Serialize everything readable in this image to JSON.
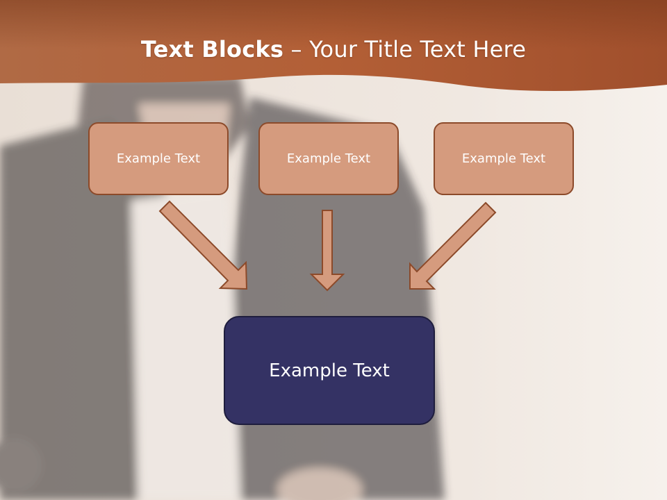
{
  "slide": {
    "title_bold": "Text Blocks",
    "title_dash": " – ",
    "title_rest": "Your Title Text Here"
  },
  "diagram": {
    "top_blocks": [
      {
        "label": "Example Text"
      },
      {
        "label": "Example Text"
      },
      {
        "label": "Example Text"
      }
    ],
    "bottom_block": {
      "label": "Example Text"
    }
  },
  "colors": {
    "header_band": "#b8653c",
    "top_block_fill": "#d59b7e",
    "top_block_border": "#8c4a2a",
    "arrow_fill": "#d59b7e",
    "arrow_border": "#8c4a2a",
    "bottom_block_fill": "#343264",
    "bottom_block_border": "#1e1d3d",
    "title_text": "#ffffff"
  }
}
